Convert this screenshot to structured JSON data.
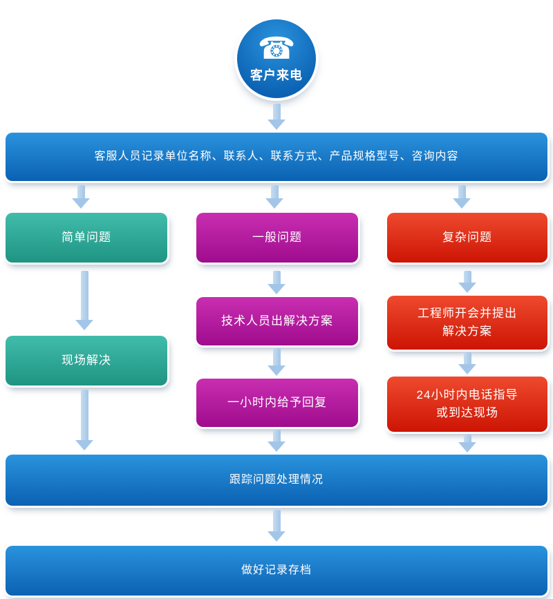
{
  "start": {
    "icon_glyph": "☎",
    "icon_name": "phone-icon",
    "label": "客户来电"
  },
  "record_bar": {
    "label": "客服人员记录单位名称、联系人、联系方式、产品规格型号、咨询内容"
  },
  "branches": {
    "simple": {
      "title": "简单问题",
      "step1": "现场解决"
    },
    "general": {
      "title": "一般问题",
      "step1": "技术人员出解决方案",
      "step2": "一小时内给予回复"
    },
    "complex": {
      "title": "复杂问题",
      "step1": "工程师开会并提出\n解决方案",
      "step2": "24小时内电话指导\n或到达现场"
    }
  },
  "track_bar": {
    "label": "跟踪问题处理情况"
  },
  "archive_bar": {
    "label": "做好记录存档"
  },
  "colors": {
    "blue_top": "#2a93dd",
    "blue_bottom": "#0b61b2",
    "teal_top": "#41bcab",
    "teal_bottom": "#1f9483",
    "magenta_top": "#c92eb1",
    "magenta_bottom": "#9f0c8d",
    "red_top": "#ee4a2e",
    "red_bottom": "#cd1404",
    "arrow": "#a3c6e8"
  }
}
